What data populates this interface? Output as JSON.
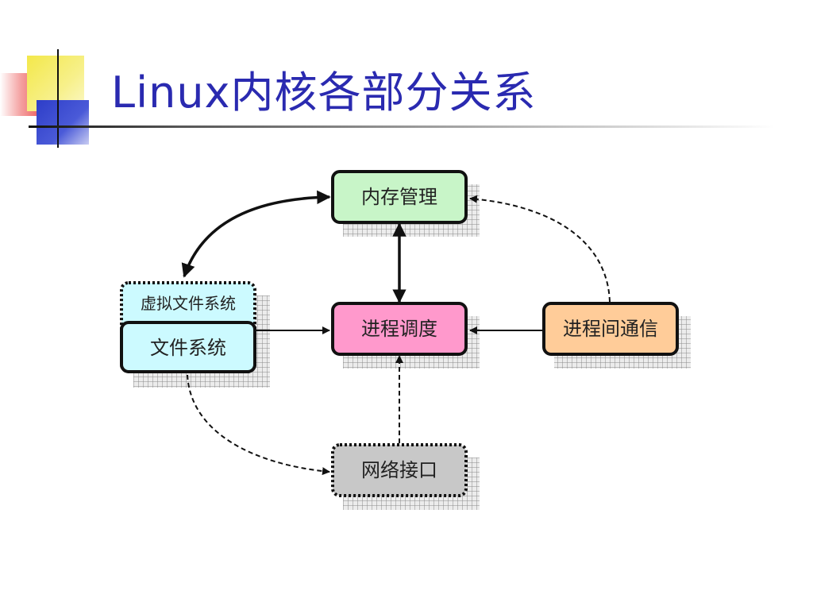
{
  "title": "Linux内核各部分关系",
  "nodes": {
    "memory": "内存管理",
    "vfs": "虚拟文件系统",
    "fs": "文件系统",
    "scheduler": "进程调度",
    "ipc": "进程间通信",
    "network": "网络接口"
  },
  "colors": {
    "title": "#2a2ab0",
    "memory": "#c8f5c8",
    "vfs": "#ccfaff",
    "fs": "#ccfaff",
    "scheduler": "#ff99cc",
    "ipc": "#ffcc99",
    "network": "#c8c8c8"
  }
}
